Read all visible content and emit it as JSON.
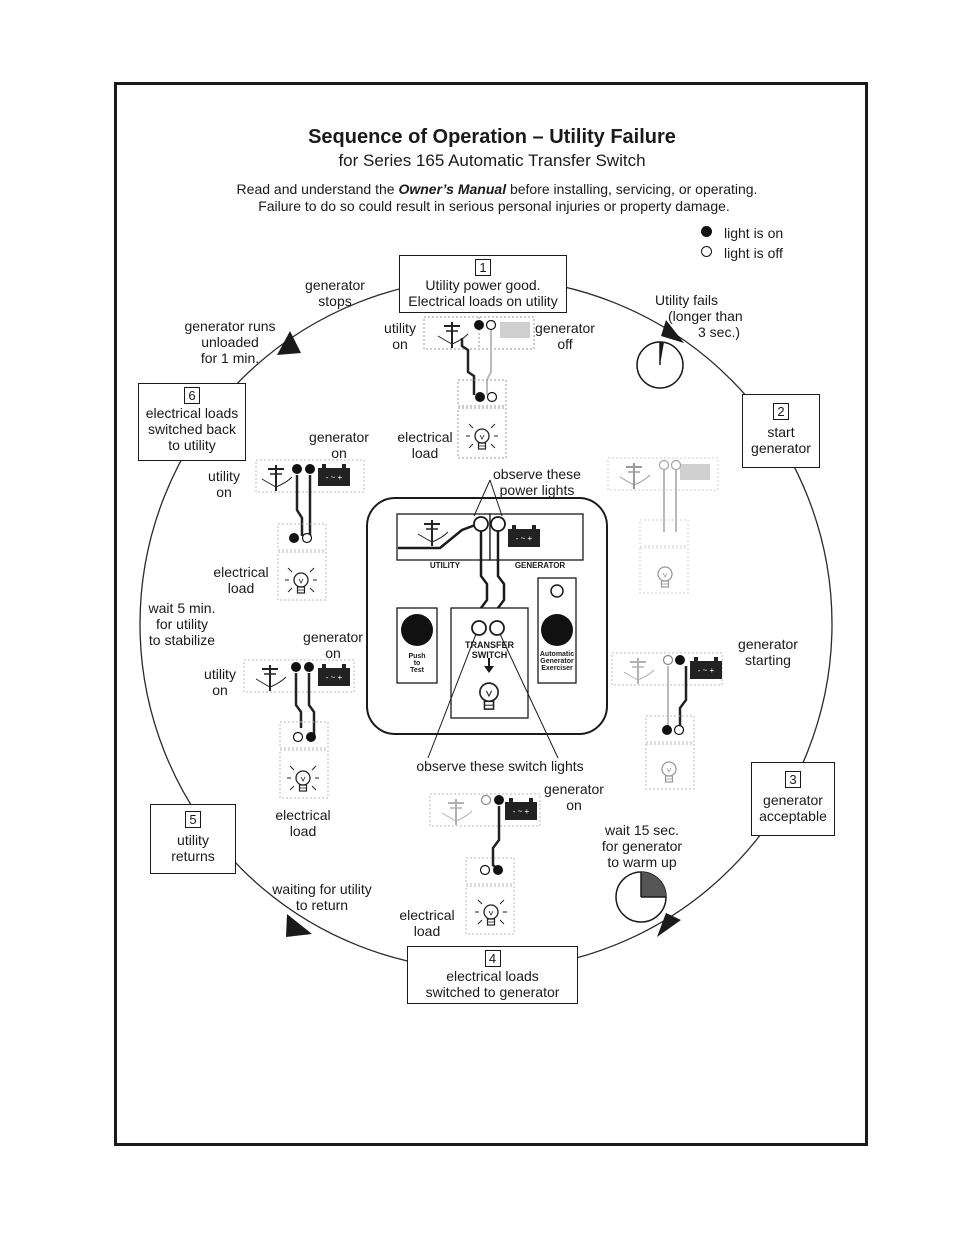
{
  "title": "Sequence of Operation – Utility Failure",
  "subtitle": "for Series 165 Automatic Transfer Switch",
  "warning": {
    "line1_pre": "Read and understand the ",
    "line1_em": "Owner’s Manual",
    "line1_post": " before installing, servicing, or operating.",
    "line2": "Failure to do so could result in serious personal injuries or property damage."
  },
  "legend": {
    "on": "light is on",
    "off": "light is off"
  },
  "steps": [
    {
      "num": "1",
      "text1": "Utility power good.",
      "text2": "Electrical loads on utility"
    },
    {
      "num": "2",
      "text1": "start",
      "text2": "generator"
    },
    {
      "num": "3",
      "text1": "generator",
      "text2": "acceptable"
    },
    {
      "num": "4",
      "text1": "electrical loads",
      "text2": "switched to generator"
    },
    {
      "num": "5",
      "text1": "utility",
      "text2": "returns"
    },
    {
      "num": "6",
      "text1": "electrical loads",
      "text2": "switched back",
      "text3": "to utility"
    }
  ],
  "transitions": {
    "utility_fails": [
      "Utility fails",
      "(longer than",
      "3 sec.)"
    ],
    "warm_up": [
      "wait 15 sec.",
      "for generator",
      "to warm up"
    ],
    "waiting": [
      "waiting for utility",
      "to return"
    ],
    "stabilize": [
      "wait 5 min.",
      "for utility",
      "to stabilize"
    ],
    "runs_unloaded": [
      "generator runs",
      "unloaded",
      "for 1 min."
    ],
    "stops": [
      "generator",
      "stops"
    ]
  },
  "labels": {
    "utility_on": [
      "utility",
      "on"
    ],
    "generator_off": [
      "generator",
      "off"
    ],
    "generator_on": [
      "generator",
      "on"
    ],
    "electrical_load": [
      "electrical",
      "load"
    ],
    "generator_starting": [
      "generator",
      "starting"
    ]
  },
  "panel": {
    "observe_power": [
      "observe these",
      "power lights"
    ],
    "observe_switch": "observe these switch lights",
    "utility": "UTILITY",
    "generator": "GENERATOR",
    "transfer": [
      "TRANSFER",
      "SWITCH"
    ],
    "push": [
      "Push",
      "to",
      "Test"
    ],
    "exerciser": [
      "Automatic",
      "Generator",
      "Exerciser"
    ]
  }
}
